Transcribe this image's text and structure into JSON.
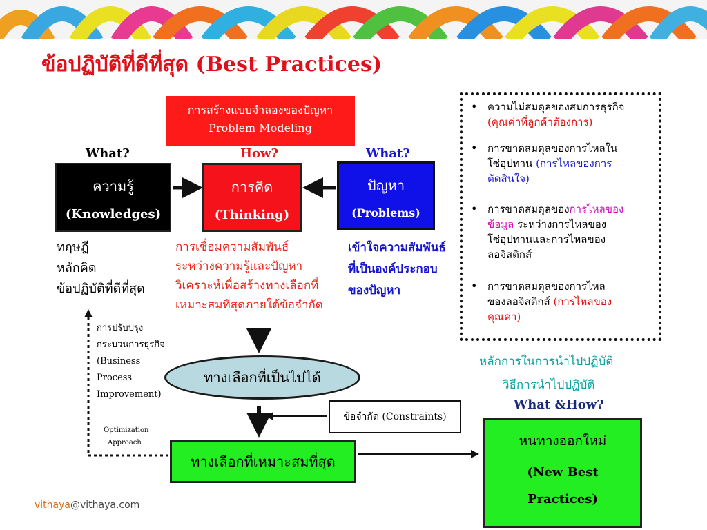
{
  "title": "ข้อปฏิบัติที่ดีที่สุด (Best Practices)",
  "problem_modeling": {
    "thai": "การสร้างแบบจำลองของปัญหา",
    "english": "Problem Modeling"
  },
  "headers": {
    "what_left": "What?",
    "how": "How?",
    "what_right": "What?"
  },
  "knowledge_box": {
    "thai": "ความรู้",
    "english": "(Knowledges)"
  },
  "thinking_box": {
    "thai": "การคิด",
    "english": "(Thinking)"
  },
  "problems_box": {
    "thai": "ปัญหา",
    "english": "(Problems)"
  },
  "knowledge_list": [
    "ทฤษฎี",
    "หลักคิด",
    "ข้อปฏิบัติที่ดีที่สุด"
  ],
  "thinking_desc": [
    "การเชื่อมความสัมพันธ์",
    "ระหว่างความรู้และปัญหา",
    "วิเคราะห์เพื่อสร้างทางเลือกที่",
    "เหมาะสมที่สุดภายใต้ข้อจำกัด"
  ],
  "problems_desc": [
    "เข้าใจความสัมพันธ์",
    "ที่เป็นองค์ประกอบ",
    "ของปัญหา"
  ],
  "bpi": [
    "การปรับปรุง",
    "กระบวนการธุรกิจ",
    "(Business",
    "Process",
    "Improvement)"
  ],
  "optimization": [
    "Optimization",
    "Approach"
  ],
  "bullets": [
    {
      "segments": [
        {
          "text": "ความไม่สมดุลของสมการธุรกิจ",
          "color": "#000000"
        },
        {
          "text": "(คุณค่าที่ลูกค้าต้องการ)",
          "color": "#e01010"
        }
      ]
    },
    {
      "segments": [
        {
          "text": "การขาดสมดุลของการไหลใน",
          "color": "#000000"
        },
        {
          "text": "โซ่อุปทาน  ",
          "color": "#000000"
        },
        {
          "text": "(การไหลของการ",
          "color": "#1a1ad0"
        },
        {
          "text": "ตัดสินใจ)",
          "color": "#1a1ad0"
        }
      ]
    },
    {
      "segments": [
        {
          "text": "การขาดสมดุลของ",
          "color": "#000000"
        },
        {
          "text": "การไหลของ",
          "color": "#d010b0"
        },
        {
          "text": "ข้อมูล",
          "color": "#d010b0"
        },
        {
          "text": " ระหว่างการไหลของ",
          "color": "#000000"
        },
        {
          "text": "โซ่อุปทานและการไหลของ",
          "color": "#000000"
        },
        {
          "text": "ลอจิสติกส์",
          "color": "#000000"
        }
      ]
    },
    {
      "segments": [
        {
          "text": "การขาดสมดุลของการไหล",
          "color": "#000000"
        },
        {
          "text": "ของลอจิสติกส์ ",
          "color": "#000000"
        },
        {
          "text": "(การไหลของ",
          "color": "#e01010"
        },
        {
          "text": "คุณค่า)",
          "color": "#e01010"
        }
      ]
    }
  ],
  "bullet_char": "•",
  "possible_alternatives": "ทางเลือกที่เป็นไปได้",
  "constraints": "ข้อจำกัด (Constraints)",
  "best_alternative": "ทางเลือกที่เหมาะสมที่สุด",
  "principle_lines": [
    "หลักการในการนำไปปฏิบัติ",
    "วิธีการนำไปปฏิบัติ"
  ],
  "what_how": "What &How?",
  "new_best": {
    "thai": "หนทางออกใหม่",
    "line2": "(New Best",
    "line3": "Practices)"
  },
  "footer": {
    "user": "vithaya",
    "domain": "@vithaya.com"
  },
  "colors": {
    "title": "#e0101a",
    "red_box": "#ff1a1a",
    "blue_box": "#1010e8",
    "green_box": "#22ee22",
    "ellipse": "#b7d9df",
    "teal": "#10a0a0"
  }
}
